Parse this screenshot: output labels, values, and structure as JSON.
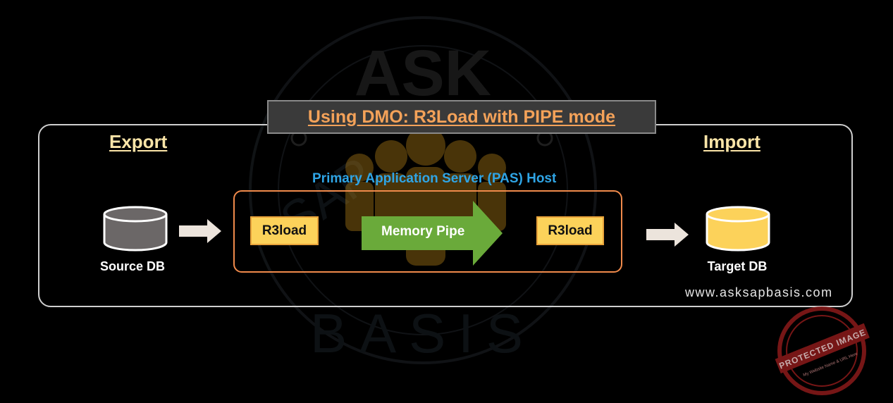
{
  "title": "Using DMO: R3Load with PIPE mode",
  "export_label": "Export",
  "import_label": "Import",
  "host_label": "Primary Application Server  (PAS) Host",
  "source_db_label": "Source DB",
  "target_db_label": "Target DB",
  "r3load_left": "R3load",
  "r3load_right": "R3load",
  "memory_pipe_label": "Memory Pipe",
  "website": "www.asksapbasis.com",
  "watermark_text": "ASK SAP BASIS",
  "stamp_text": "PROTECTED IMAGE",
  "stamp_subtext": "My Website Name & URL Here",
  "colors": {
    "title": "#f4a259",
    "heading": "#fbe5a8",
    "host": "#2fa5e6",
    "pas_border": "#f08a4b",
    "r3load_fill": "#fcd25a",
    "pipe_green": "#6aaa3a",
    "target_db": "#fcd25a",
    "source_db": "#6b6767",
    "stamp": "#8b1a1a"
  }
}
